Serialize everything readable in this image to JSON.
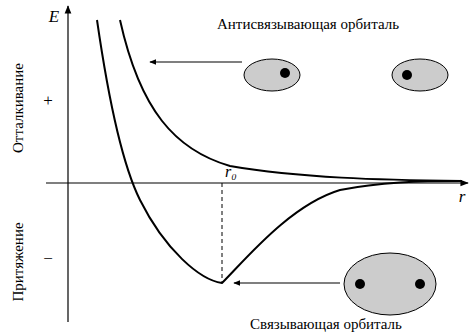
{
  "diagram": {
    "labels": [
      "E",
      "+",
      "Отталкивание",
      "Притяжение",
      "−",
      "r₀",
      "r",
      "Антисвязывающая орбиталь",
      "Связывающая орбиталь"
    ]
  }
}
